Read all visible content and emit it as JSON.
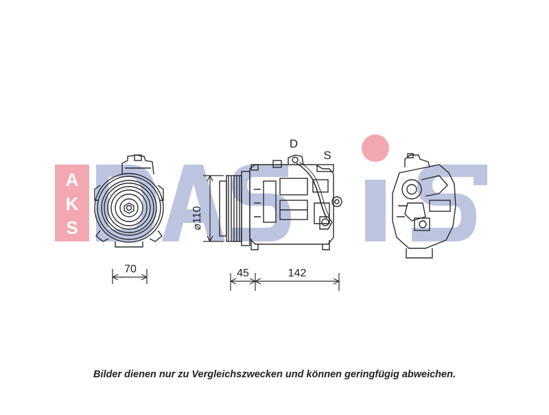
{
  "watermark": {
    "vertical_letters": [
      "A",
      "K",
      "S"
    ],
    "color_red": "#f2a3ad",
    "color_blue": "#b9c1df"
  },
  "labels": {
    "port_d": "D",
    "port_s": "S"
  },
  "dimensions": {
    "front_width": "70",
    "clutch_length": "45",
    "body_length": "142",
    "diameter": "⌀110"
  },
  "caption": "Bilder dienen nur zu Vergleichszwecken und können geringfügig abweichen.",
  "colors": {
    "line": "#2a2a2a",
    "text": "#222222"
  }
}
